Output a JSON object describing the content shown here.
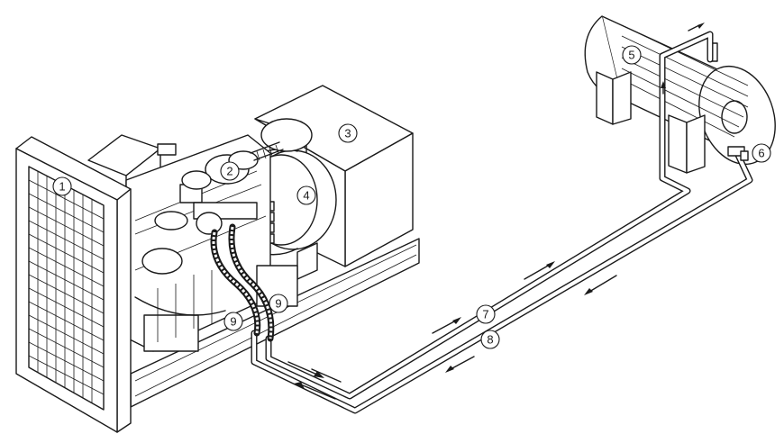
{
  "callouts": [
    {
      "id": "radiator",
      "label": "1"
    },
    {
      "id": "engine-turbo",
      "label": "2"
    },
    {
      "id": "control-box",
      "label": "3"
    },
    {
      "id": "alternator",
      "label": "4"
    },
    {
      "id": "fuel-tank",
      "label": "5"
    },
    {
      "id": "tank-valve",
      "label": "6"
    },
    {
      "id": "supply-line",
      "label": "7"
    },
    {
      "id": "return-line",
      "label": "8"
    },
    {
      "id": "flex-hose-left",
      "label": "9"
    },
    {
      "id": "flex-hose-right",
      "label": "9"
    }
  ]
}
